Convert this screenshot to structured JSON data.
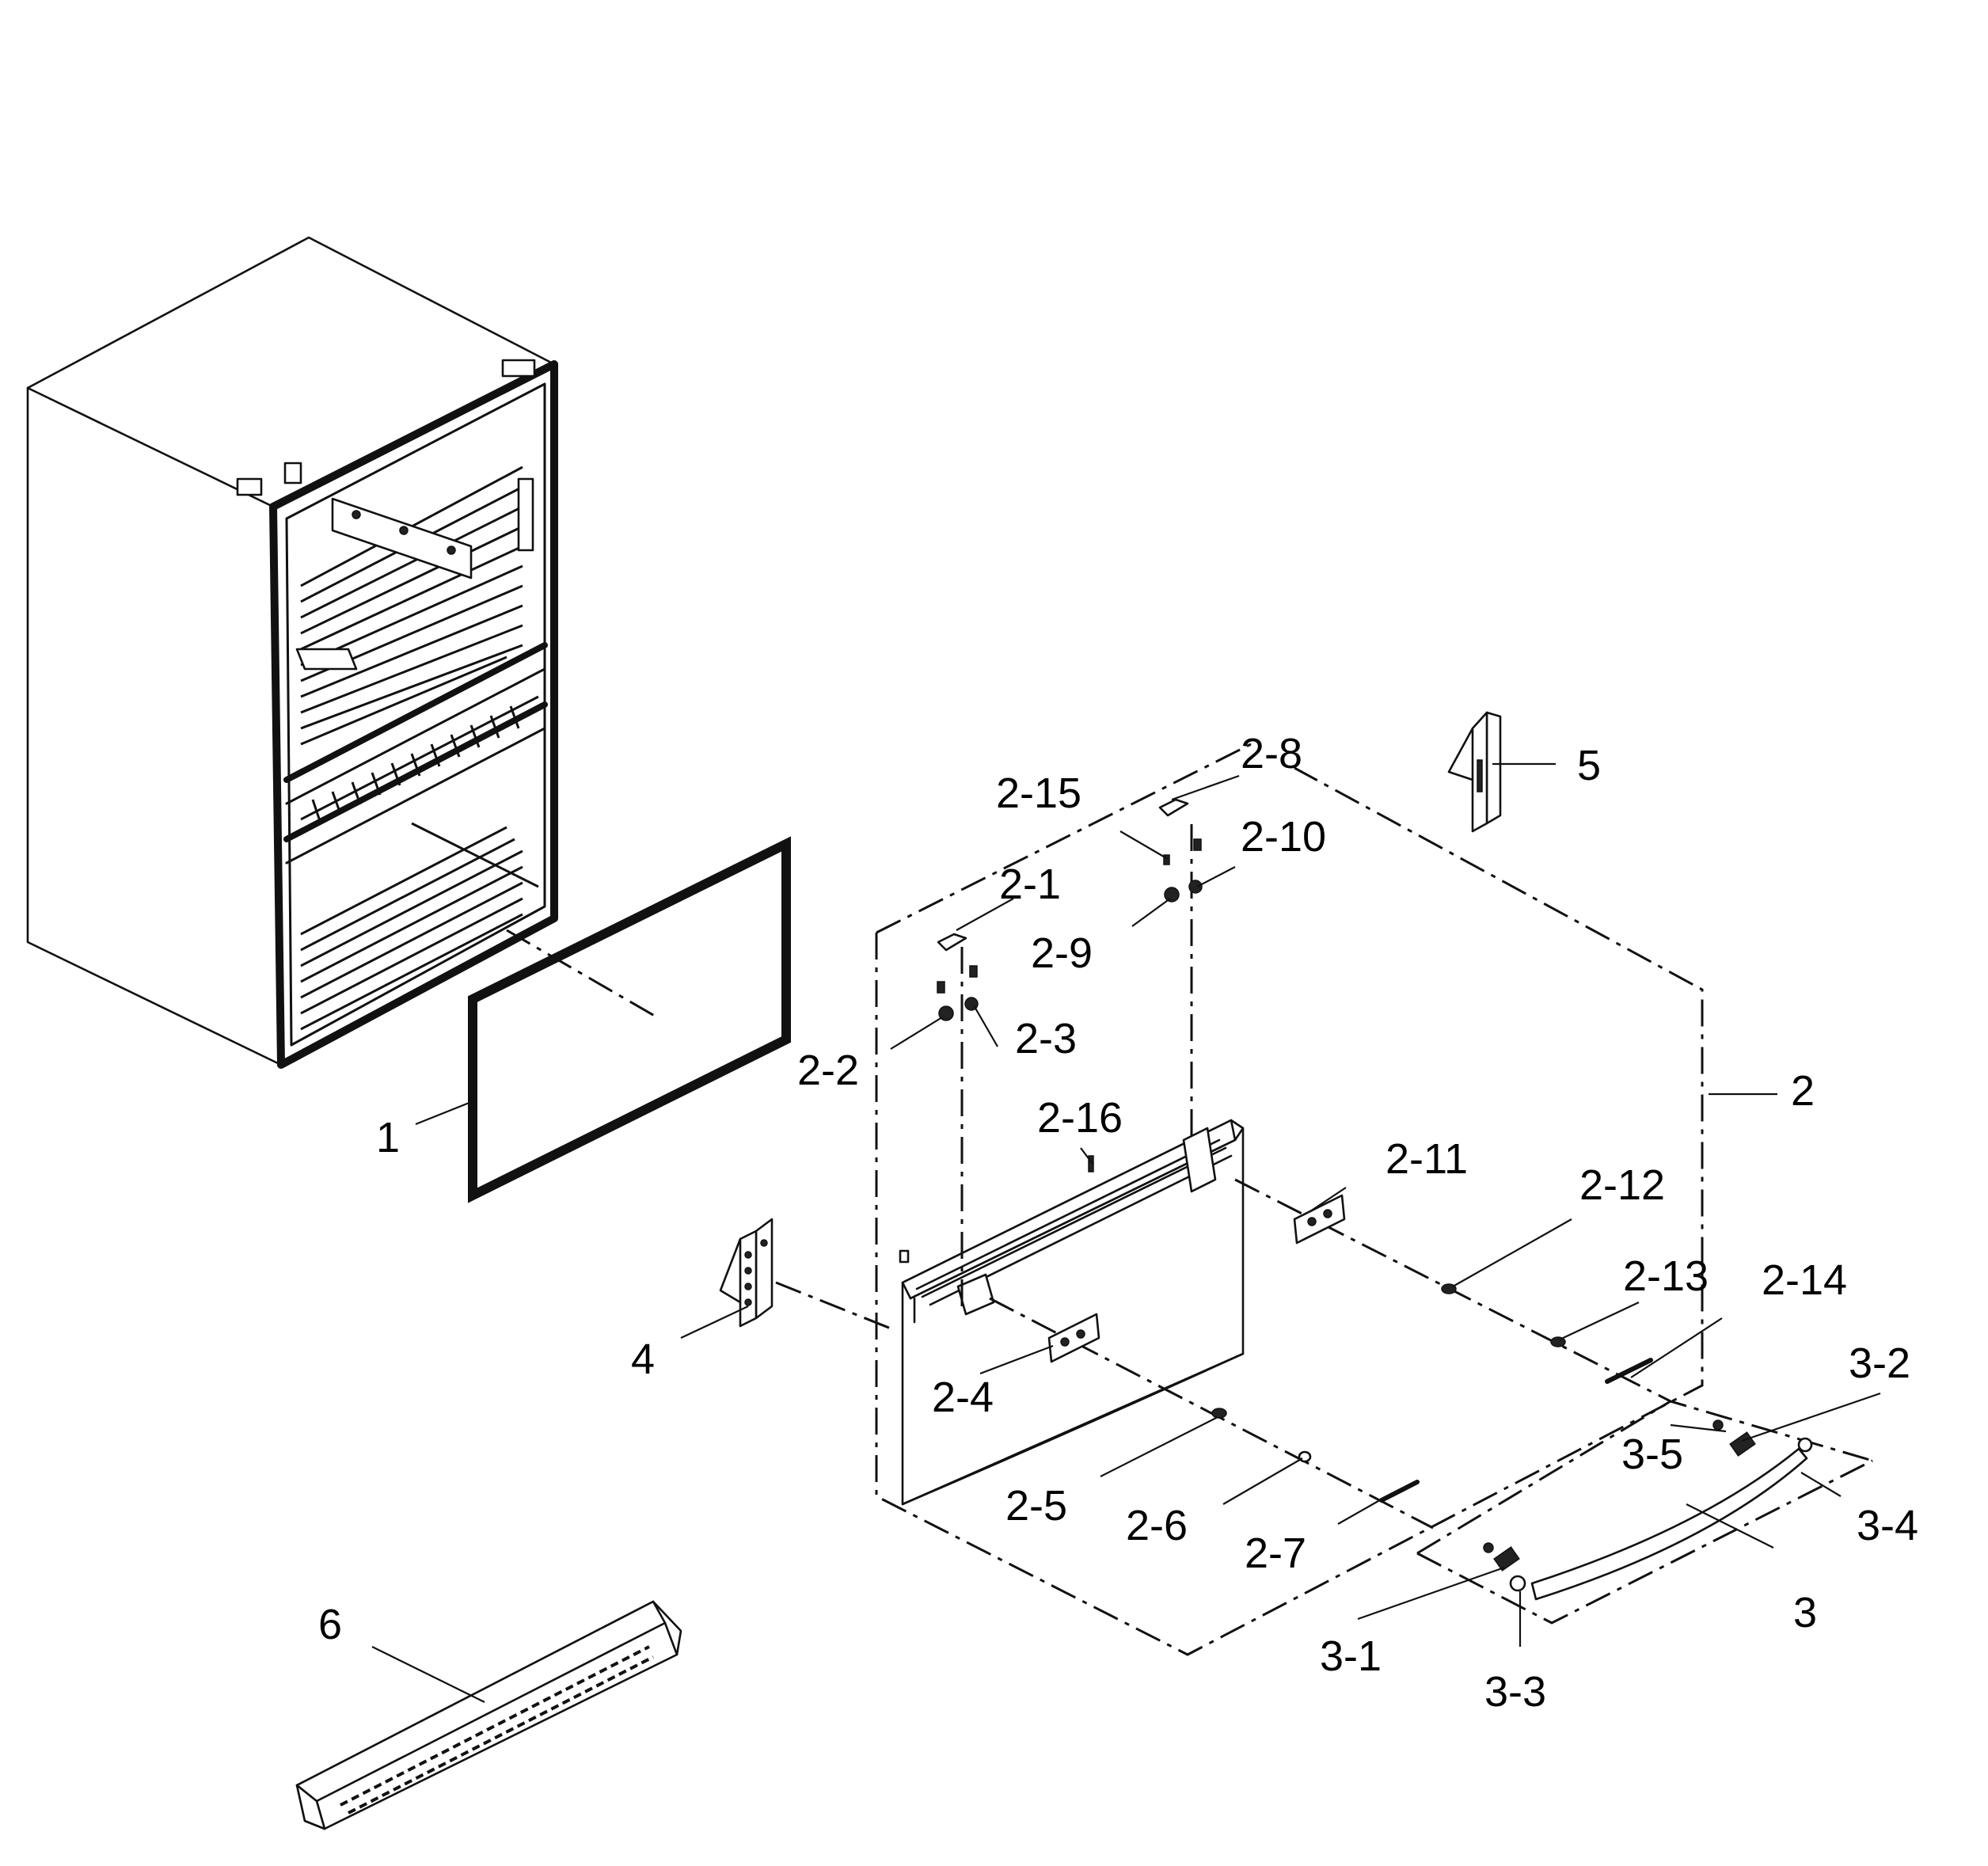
{
  "callouts": {
    "c1": "1",
    "c2": "2",
    "c2_1": "2-1",
    "c2_2": "2-2",
    "c2_3": "2-3",
    "c2_4": "2-4",
    "c2_5": "2-5",
    "c2_6": "2-6",
    "c2_7": "2-7",
    "c2_8": "2-8",
    "c2_9": "2-9",
    "c2_10": "2-10",
    "c2_11": "2-11",
    "c2_12": "2-12",
    "c2_13": "2-13",
    "c2_14": "2-14",
    "c2_15": "2-15",
    "c2_16": "2-16",
    "c3": "3",
    "c3_1": "3-1",
    "c3_2": "3-2",
    "c3_3": "3-3",
    "c3_4": "3-4",
    "c3_5": "3-5",
    "c4": "4",
    "c5": "5",
    "c6": "6"
  }
}
